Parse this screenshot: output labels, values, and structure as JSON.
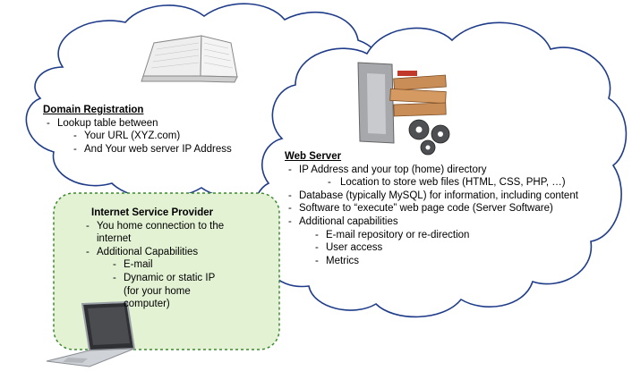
{
  "domain_registration": {
    "title": "Domain Registration",
    "items": [
      "Lookup table between",
      "Your URL (XYZ.com)",
      "And Your web server IP Address"
    ]
  },
  "web_server": {
    "title": "Web Server",
    "items": [
      "IP Address and your top (home) directory",
      "Location to store web files (HTML, CSS, PHP, …)",
      "Database (typically MySQL) for information, including content",
      "Software to “execute” web page code (Server Software)",
      "Additional capabilities",
      "E-mail repository or re-direction",
      "User access",
      "Metrics"
    ]
  },
  "isp": {
    "title": "Internet Service Provider",
    "items": [
      "You home connection to the",
      "internet",
      "Additional Capabilities",
      "E-mail",
      "Dynamic or static IP",
      "(for your home",
      "computer)"
    ]
  },
  "colors": {
    "cloud_stroke": "#1f3c8a",
    "isp_fill": "#e4f2d4",
    "isp_stroke": "#3b8a2e"
  },
  "icons": [
    "open-book-icon",
    "web-server-icon",
    "laptop-icon"
  ]
}
